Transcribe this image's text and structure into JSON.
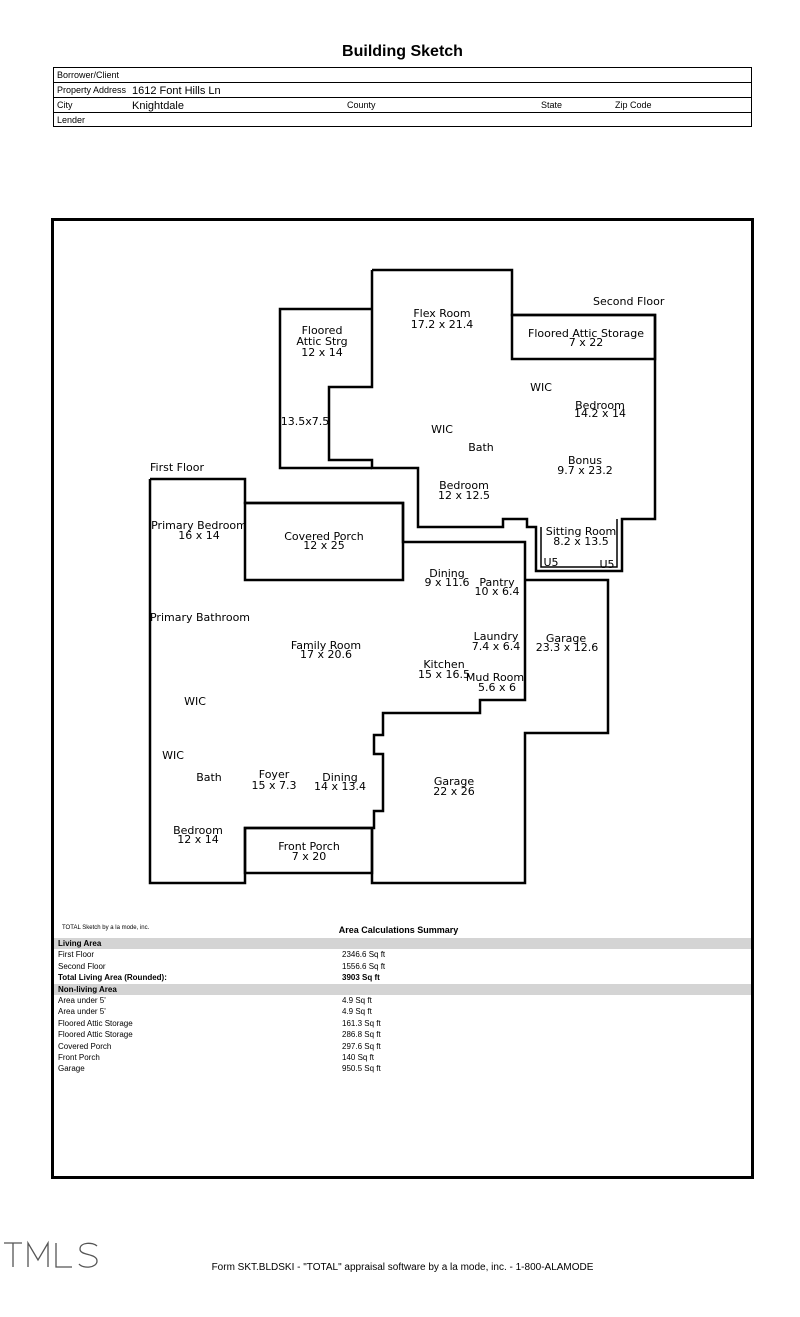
{
  "header": {
    "title": "Building Sketch",
    "borrower_label": "Borrower/Client",
    "borrower_value": "",
    "address_label": "Property Address",
    "address_value": "1612 Font Hills Ln",
    "city_label": "City",
    "city_value": "Knightdale",
    "county_label": "County",
    "state_label": "State",
    "zip_label": "Zip Code",
    "lender_label": "Lender"
  },
  "plan": {
    "second_floor_label": "Second Floor",
    "first_floor_label": "First Floor",
    "rooms": {
      "flex_room": "Flex Room",
      "flex_room_dim": "17.2 x 21.4",
      "floored_attic_storage": "Floored Attic Storage",
      "floored_attic_storage_dim": "7 x 22",
      "floored_attic_strg_1": "Floored",
      "floored_attic_strg_2": "Attic Strg",
      "floored_attic_strg_dim": "12 x 14",
      "wic_up_right": "WIC",
      "bedroom_up": "Bedroom",
      "bedroom_up_dim": "14.2 x 14",
      "dim_13_5": "13.5x7.5",
      "wic_up_mid": "WIC",
      "bath_up": "Bath",
      "bonus": "Bonus",
      "bonus_dim": "9.7 x 23.2",
      "bedroom_up2": "Bedroom",
      "bedroom_up2_dim": "12 x 12.5",
      "sitting_room": "Sitting Room",
      "sitting_room_dim": "8.2 x 13.5",
      "u5_left": "U5",
      "u5_right": "U5",
      "primary_bedroom": "Primary Bedroom",
      "primary_bedroom_dim": "16 x 14",
      "covered_porch": "Covered Porch",
      "covered_porch_dim": "12 x 25",
      "dining_top": "Dining",
      "dining_top_dim": "9 x 11.6",
      "pantry": "Pantry",
      "pantry_dim": "10 x 6.4",
      "primary_bathroom": "Primary Bathroom",
      "family_room": "Family Room",
      "family_room_dim": "17 x 20.6",
      "laundry": "Laundry",
      "laundry_dim": "7.4 x 6.4",
      "garage_right": "Garage",
      "garage_right_dim": "23.3 x 12.6",
      "kitchen": "Kitchen",
      "kitchen_dim": "15 x 16.5",
      "mud_room": "Mud Room",
      "mud_room_dim": "5.6 x 6",
      "wic_1": "WIC",
      "wic_2": "WIC",
      "bath_down": "Bath",
      "foyer": "Foyer",
      "foyer_dim": "15 x 7.3",
      "dining_bottom": "Dining",
      "dining_bottom_dim": "14 x 13.4",
      "garage_bottom": "Garage",
      "garage_bottom_dim": "22 x 26",
      "bedroom_down": "Bedroom",
      "bedroom_down_dim": "12 x 14",
      "front_porch": "Front Porch",
      "front_porch_dim": "7 x 20"
    }
  },
  "summary": {
    "software_note": "TOTAL Sketch by a la mode, inc.",
    "title": "Area Calculations Summary",
    "rows": [
      {
        "k": "Living Area",
        "v": "",
        "type": "head"
      },
      {
        "k": "First Floor",
        "v": "2346.6 Sq ft",
        "type": ""
      },
      {
        "k": "Second Floor",
        "v": "1556.6 Sq ft",
        "type": ""
      },
      {
        "k": "Total Living Area (Rounded):",
        "v": "3903 Sq ft",
        "type": "bold"
      },
      {
        "k": "Non-living Area",
        "v": "",
        "type": "head"
      },
      {
        "k": "Area under 5'",
        "v": "4.9 Sq ft",
        "type": ""
      },
      {
        "k": "Area under 5'",
        "v": "4.9 Sq ft",
        "type": ""
      },
      {
        "k": "Floored Attic Storage",
        "v": "161.3 Sq ft",
        "type": ""
      },
      {
        "k": "Floored Attic Storage",
        "v": "286.8 Sq ft",
        "type": ""
      },
      {
        "k": "Covered Porch",
        "v": "297.6 Sq ft",
        "type": ""
      },
      {
        "k": "Front Porch",
        "v": "140 Sq ft",
        "type": ""
      },
      {
        "k": "Garage",
        "v": "950.5 Sq ft",
        "type": ""
      }
    ]
  },
  "logo": "TMLS",
  "footer": "Form SKT.BLDSKI - \"TOTAL\" appraisal software by a la mode, inc. - 1-800-ALAMODE"
}
